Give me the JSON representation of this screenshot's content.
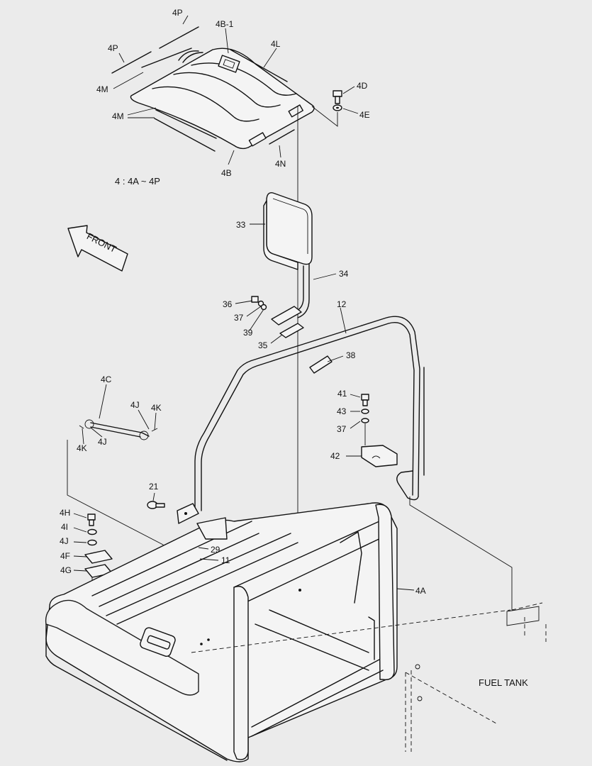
{
  "labels": {
    "4P_top": "4P",
    "4P_left": "4P",
    "4B1": "4B-1",
    "4L": "4L",
    "4M_top": "4M",
    "4M_mid": "4M",
    "4D": "4D",
    "4E": "4E",
    "4B": "4B",
    "4N": "4N",
    "group_note": "4 : 4A ~ 4P",
    "33": "33",
    "front": "FRONT",
    "34": "34",
    "36": "36",
    "37a": "37",
    "39": "39",
    "12": "12",
    "35": "35",
    "38": "38",
    "4C": "4C",
    "4J_top": "4J",
    "4K_top": "4K",
    "4K_left": "4K",
    "4J_left": "4J",
    "41": "41",
    "43": "43",
    "37b": "37",
    "42": "42",
    "21": "21",
    "4H": "4H",
    "4I": "4I",
    "4J_bottom": "4J",
    "4F": "4F",
    "4G": "4G",
    "29": "29",
    "11": "11",
    "4A": "4A",
    "fuel_tank": "FUEL TANK"
  },
  "colors": {
    "background": "#ebebeb",
    "ink": "#111111"
  }
}
